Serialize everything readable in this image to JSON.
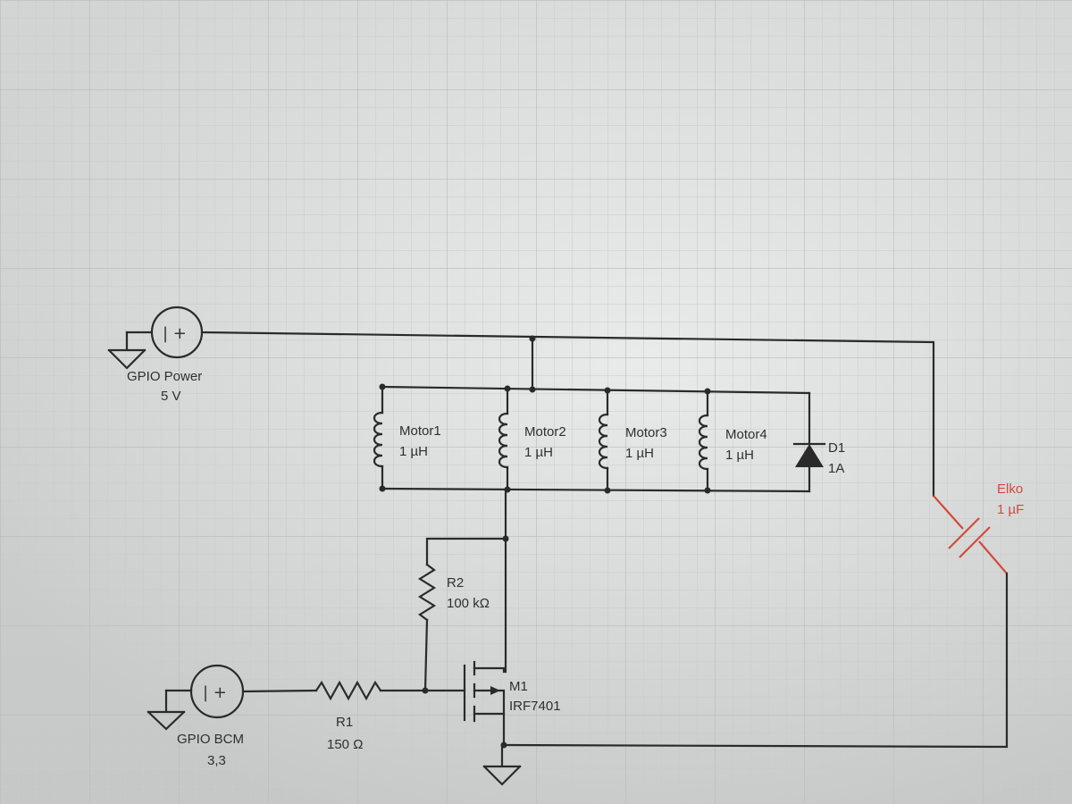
{
  "colors": {
    "wire": "#2a2a2a",
    "highlight": "#d24a3c",
    "grid": "#bfc3c2"
  },
  "icons": [
    "ground-icon",
    "voltage-source-icon",
    "inductor-icon",
    "diode-icon",
    "capacitor-icon",
    "resistor-icon",
    "mosfet-icon"
  ],
  "components": {
    "gpio_power": {
      "source_sign": "| +",
      "name": "GPIO Power",
      "value": "5 V"
    },
    "gpio_bcm": {
      "source_sign": "| +",
      "name": "GPIO BCM",
      "value": "3,3"
    },
    "motor1": {
      "name": "Motor1",
      "value": "1 µH"
    },
    "motor2": {
      "name": "Motor2",
      "value": "1 µH"
    },
    "motor3": {
      "name": "Motor3",
      "value": "1 µH"
    },
    "motor4": {
      "name": "Motor4",
      "value": "1 µH"
    },
    "d1": {
      "name": "D1",
      "value": "1A"
    },
    "elko": {
      "name": "Elko",
      "value": "1 µF"
    },
    "r1": {
      "name": "R1",
      "value": "150 Ω"
    },
    "r2": {
      "name": "R2",
      "value": "100 kΩ"
    },
    "m1": {
      "name": "M1",
      "value": "IRF7401"
    }
  }
}
